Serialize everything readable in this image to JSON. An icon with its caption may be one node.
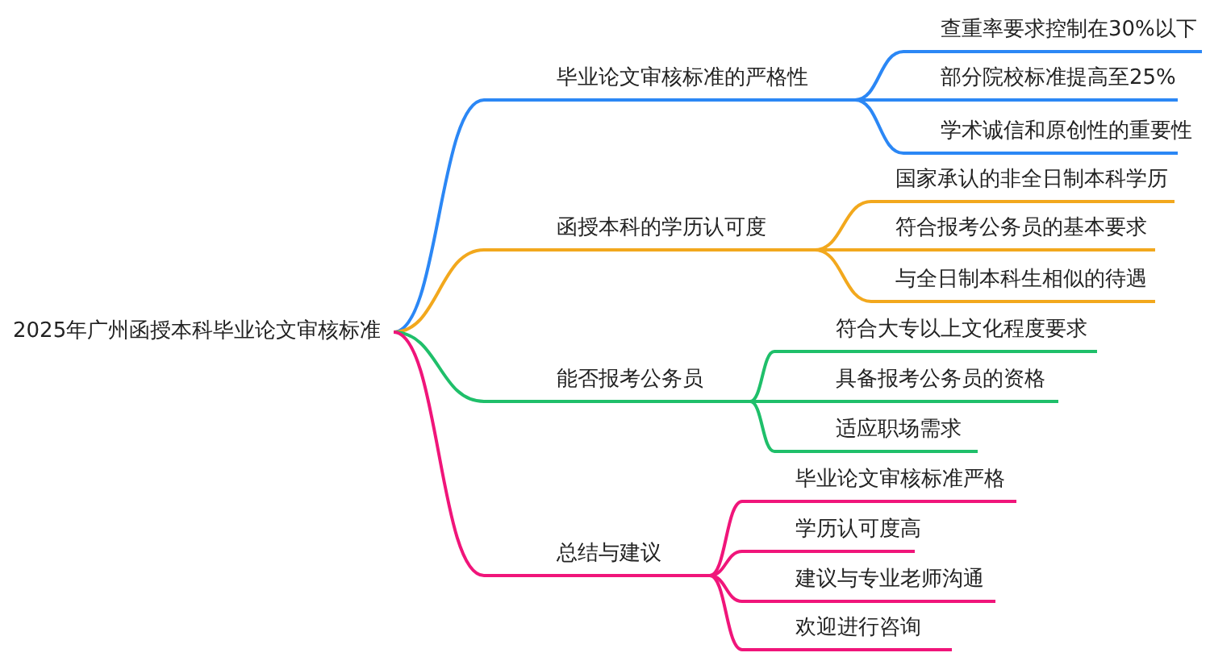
{
  "diagram": {
    "nodes": [
      {
        "text": [
          "2025年广州函授本科毕业论文审核标准"
        ]
      },
      {
        "text": [
          "毕业论文审核标准的严格性"
        ]
      },
      {
        "text": [
          "查重率要求控制在30%以下"
        ]
      },
      {
        "text": [
          "部分院校标准提高至25%"
        ]
      },
      {
        "text": [
          "学术诚信和原创性的重要性"
        ]
      },
      {
        "text": [
          "函授本科的学历认可度"
        ]
      },
      {
        "text": [
          "国家承认的非全日制本科学历"
        ]
      },
      {
        "text": [
          "符合报考公务员的基本要求"
        ]
      },
      {
        "text": [
          "与全日制本科生相似的待遇"
        ]
      },
      {
        "text": [
          "能否报考公务员"
        ]
      },
      {
        "text": [
          "符合大专以上文化程度要求"
        ]
      },
      {
        "text": [
          "具备报考公务员的资格"
        ]
      },
      {
        "text": [
          "适应职场需求"
        ]
      },
      {
        "text": [
          "总结与建议"
        ]
      },
      {
        "text": [
          "毕业论文审核标准严格"
        ]
      },
      {
        "text": [
          "学历认可度高"
        ]
      },
      {
        "text": [
          "建议与专业老师沟通"
        ]
      },
      {
        "text": [
          "欢迎进行咨询"
        ]
      }
    ],
    "edges": [
      {
        "from": 0,
        "to": 1,
        "arrow": "none",
        "color": "#2b87f5"
      },
      {
        "from": 1,
        "to": 2,
        "arrow": "none",
        "color": "#2b87f5"
      },
      {
        "from": 1,
        "to": 3,
        "arrow": "none",
        "color": "#2b87f5"
      },
      {
        "from": 1,
        "to": 4,
        "arrow": "none",
        "color": "#2b87f5"
      },
      {
        "from": 0,
        "to": 5,
        "arrow": "none",
        "color": "#f2a81d"
      },
      {
        "from": 5,
        "to": 6,
        "arrow": "none",
        "color": "#f2a81d"
      },
      {
        "from": 5,
        "to": 7,
        "arrow": "none",
        "color": "#f2a81d"
      },
      {
        "from": 5,
        "to": 8,
        "arrow": "none",
        "color": "#f2a81d"
      },
      {
        "from": 0,
        "to": 9,
        "arrow": "none",
        "color": "#1fbf6a"
      },
      {
        "from": 9,
        "to": 10,
        "arrow": "none",
        "color": "#1fbf6a"
      },
      {
        "from": 9,
        "to": 11,
        "arrow": "none",
        "color": "#1fbf6a"
      },
      {
        "from": 9,
        "to": 12,
        "arrow": "none",
        "color": "#1fbf6a"
      },
      {
        "from": 0,
        "to": 13,
        "arrow": "none"
      },
      {
        "from": 13,
        "to": 14,
        "arrow": "none"
      },
      {
        "from": 13,
        "to": 15,
        "arrow": "none"
      },
      {
        "from": 13,
        "to": 16,
        "arrow": "none"
      },
      {
        "from": 13,
        "to": 17,
        "arrow": "none"
      }
    ]
  }
}
